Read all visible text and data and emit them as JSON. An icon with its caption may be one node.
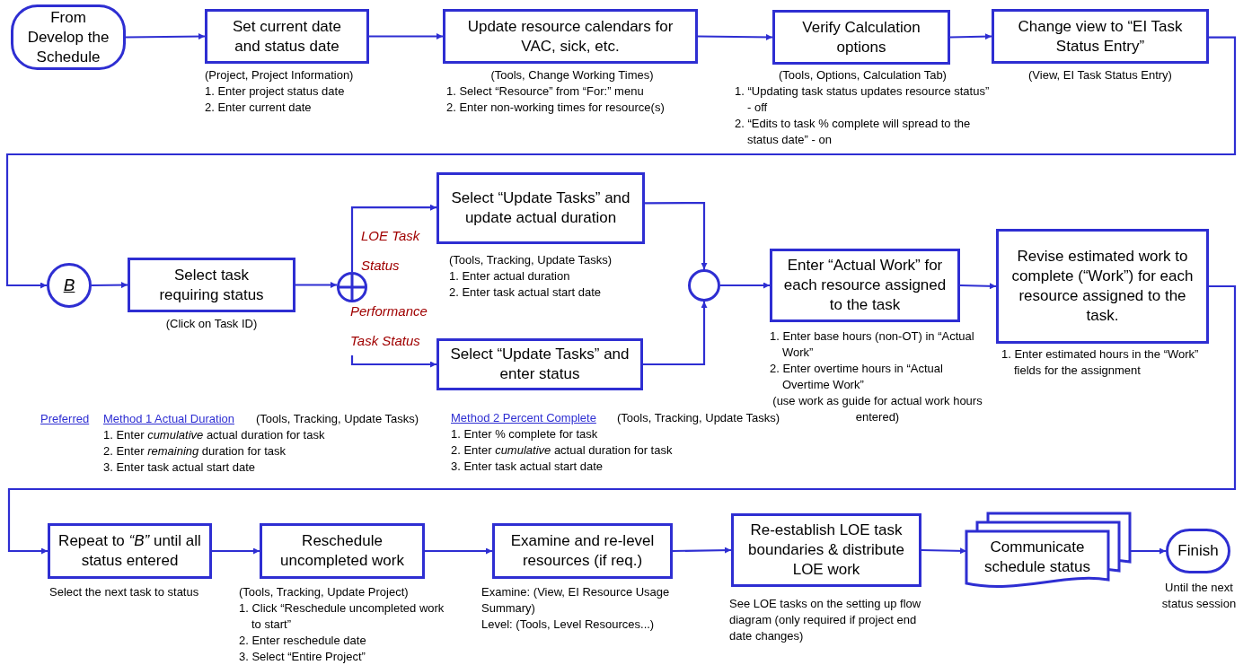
{
  "diagram": {
    "nodes": [
      {
        "text": [
          "From Develop the Schedule"
        ]
      },
      {
        "text": [
          "Set current date and status date"
        ],
        "beside": [
          "(Project, Project Information)",
          "1. Enter project status date",
          "2. Enter current date"
        ]
      },
      {
        "text": [
          "Update resource calendars for VAC, sick, etc."
        ],
        "beside": [
          "(Tools, Change Working Times)",
          "1. Select “Resource” from “For:” menu",
          "2. Enter non-working times for resource(s)"
        ]
      },
      {
        "text": [
          "Verify Calculation options"
        ],
        "beside": [
          "(Tools, Options, Calculation Tab)",
          "1. “Updating task status updates resource status” - off",
          "2. “Edits to task % complete will spread to the status date” - on"
        ]
      },
      {
        "text": [
          "Change view to “EI Task Status Entry”"
        ],
        "beside": [
          "(View, EI Task Status Entry)"
        ]
      },
      {
        "text": [
          "B"
        ]
      },
      {
        "text": [
          "Select task requiring status"
        ],
        "beside": [
          "(Click on Task ID)"
        ]
      },
      {
        "text": [],
        "shape": "circle"
      },
      {
        "text": [
          "Select “Update Tasks” and update actual duration"
        ],
        "beside": [
          "(Tools, Tracking, Update Tasks)",
          "1. Enter actual duration",
          "2. Enter task actual start date"
        ]
      },
      {
        "text": [
          "Select “Update Tasks” and enter status"
        ]
      },
      {
        "text": [],
        "shape": "circle"
      },
      {
        "text": [
          "Enter “Actual Work” for each resource assigned to the task"
        ],
        "beside": [
          "1. Enter base hours (non-OT) in “Actual Work”",
          "2. Enter overtime hours in “Actual Overtime Work”",
          "(use work as guide for actual work hours entered)"
        ]
      },
      {
        "text": [
          "Revise estimated work to complete (“Work”) for each resource assigned to the task."
        ],
        "beside": [
          "1. Enter estimated hours in the “Work” fields for the assignment"
        ]
      },
      {
        "text": [
          "Repeat to *“B”* until all status entered"
        ],
        "beside": [
          "Select the next task to status"
        ]
      },
      {
        "text": [
          "Reschedule uncompleted work"
        ],
        "beside": [
          "(Tools, Tracking, Update Project)",
          "1. Click “Reschedule uncompleted work to start”",
          "2. Enter reschedule date",
          "3. Select “Entire Project”"
        ]
      },
      {
        "text": [
          "Examine and re-level resources (if req.)"
        ],
        "beside": [
          "Examine: (View, EI Resource Usage Summary)",
          "Level: (Tools, Level Resources...)"
        ]
      },
      {
        "text": [
          "Re-establish LOE task boundaries & distribute LOE work"
        ],
        "beside": [
          "See LOE tasks on the setting up flow diagram (only required if project end date changes)"
        ]
      },
      {
        "text": [
          "Communicate schedule status"
        ]
      },
      {
        "text": [
          "Finish"
        ],
        "beside": [
          "Until the next status session"
        ]
      }
    ],
    "edges": [
      {
        "from": 0,
        "to": 1,
        "arrow": "to"
      },
      {
        "from": 1,
        "to": 2,
        "arrow": "to"
      },
      {
        "from": 2,
        "to": 3,
        "arrow": "to"
      },
      {
        "from": 3,
        "to": 4,
        "arrow": "to"
      },
      {
        "from": 4,
        "to": 5,
        "arrow": "to"
      },
      {
        "from": 5,
        "to": 6,
        "arrow": "to"
      },
      {
        "from": 6,
        "to": 7,
        "arrow": "to"
      },
      {
        "from": 7,
        "to": 8,
        "arrow": "to",
        "label": "LOE Task Status"
      },
      {
        "from": 7,
        "to": 9,
        "arrow": "to",
        "label": "Performance Task Status"
      },
      {
        "from": 8,
        "to": 10,
        "arrow": "to"
      },
      {
        "from": 9,
        "to": 10,
        "arrow": "to"
      },
      {
        "from": 10,
        "to": 11,
        "arrow": "to"
      },
      {
        "from": 11,
        "to": 12,
        "arrow": "to"
      },
      {
        "from": 12,
        "to": 13,
        "arrow": "to"
      },
      {
        "from": 13,
        "to": 14,
        "arrow": "to"
      },
      {
        "from": 14,
        "to": 15,
        "arrow": "to"
      },
      {
        "from": 15,
        "to": 16,
        "arrow": "to"
      },
      {
        "from": 16,
        "to": 17,
        "arrow": "to"
      },
      {
        "from": 17,
        "to": 18,
        "arrow": "to"
      }
    ],
    "labels": [
      "Preferred",
      "Method 1 Actual Duration",
      "(Tools, Tracking, Update Tasks)",
      "1. Enter *cumulative* actual duration for task",
      "2. Enter *remaining*  duration for task",
      "3. Enter task actual start date",
      "Method 2 Percent Complete",
      "(Tools, Tracking, Update Tasks)",
      "1. Enter % complete for task",
      "2. Enter *cumulative* actual duration for task",
      "3. Enter task actual start date"
    ]
  }
}
